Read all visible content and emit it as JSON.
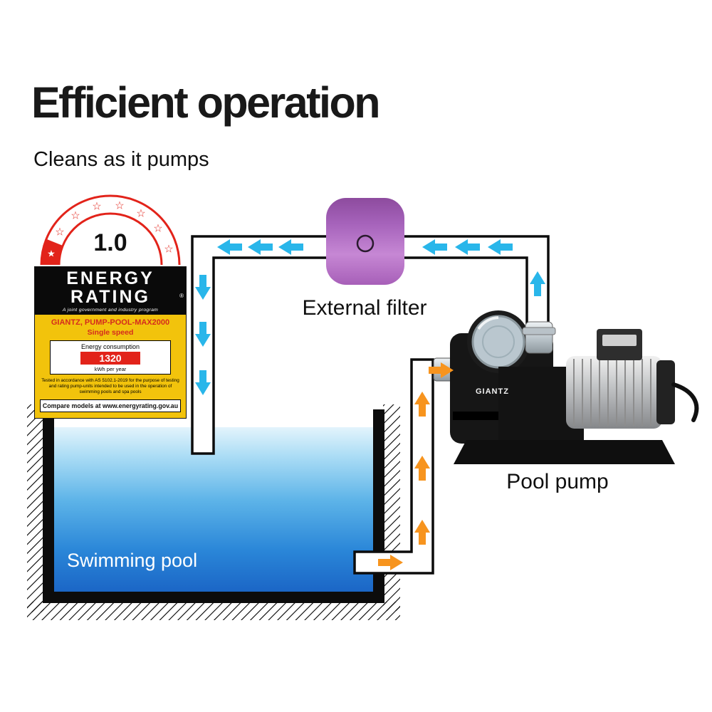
{
  "title": "Efficient operation",
  "subtitle": "Cleans as it pumps",
  "diagram": {
    "filter_label": "External filter",
    "pump_label": "Pool pump",
    "pool_label": "Swimming pool",
    "pump_brand": "GIANTZ",
    "flow_in_color": "#29b6ea",
    "flow_out_color": "#f7941e",
    "water_top_color": "#e3f4fc",
    "water_bottom_color": "#1b66c6",
    "filter_color": "#a663bb"
  },
  "energy_label": {
    "rating": "1.0",
    "star": "★",
    "star_outline": "☆",
    "word1": "ENERGY",
    "word2": "RATING",
    "registered": "®",
    "program": "A joint government and industry program",
    "model": "GIANTZ, PUMP-POOL-MAX2000",
    "speed": "Single speed",
    "consumption_title": "Energy consumption",
    "consumption_value": "1320",
    "consumption_unit": "kWh per year",
    "fine_print": "Tested in accordance with AS 5102.1-2019 for the purpose of testing and rating pump-units intended to be used in the operation of swimming pools and spa pools",
    "compare": "Compare models at www.energyrating.gov.au",
    "accent_red": "#e2231a",
    "accent_yellow": "#f2c30c"
  }
}
